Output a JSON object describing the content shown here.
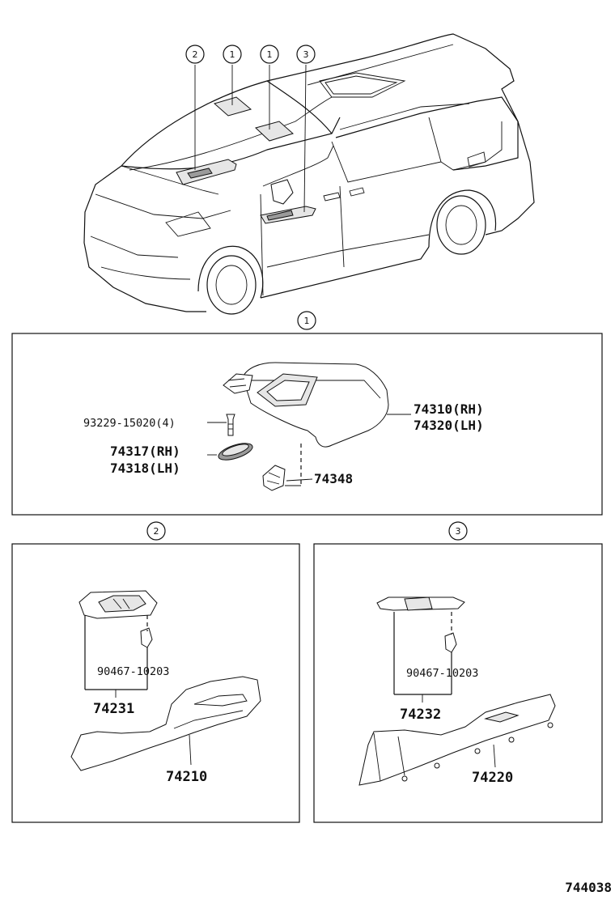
{
  "callouts": {
    "c2": "2",
    "c1a": "1",
    "c1b": "1",
    "c3": "3",
    "panel1": "1",
    "panel2": "2",
    "panel3": "3"
  },
  "panel1": {
    "screw": "93229-15020(4)",
    "visor_rh": "74310(RH)",
    "visor_lh": "74320(LH)",
    "cover_rh": "74317(RH)",
    "cover_lh": "74318(LH)",
    "holder": "74348"
  },
  "panel2": {
    "clip": "90467-10203",
    "switch_base": "74231",
    "armrest": "74210"
  },
  "panel3": {
    "clip": "90467-10203",
    "switch_base": "74232",
    "armrest": "74220"
  },
  "figure_id": "744038"
}
